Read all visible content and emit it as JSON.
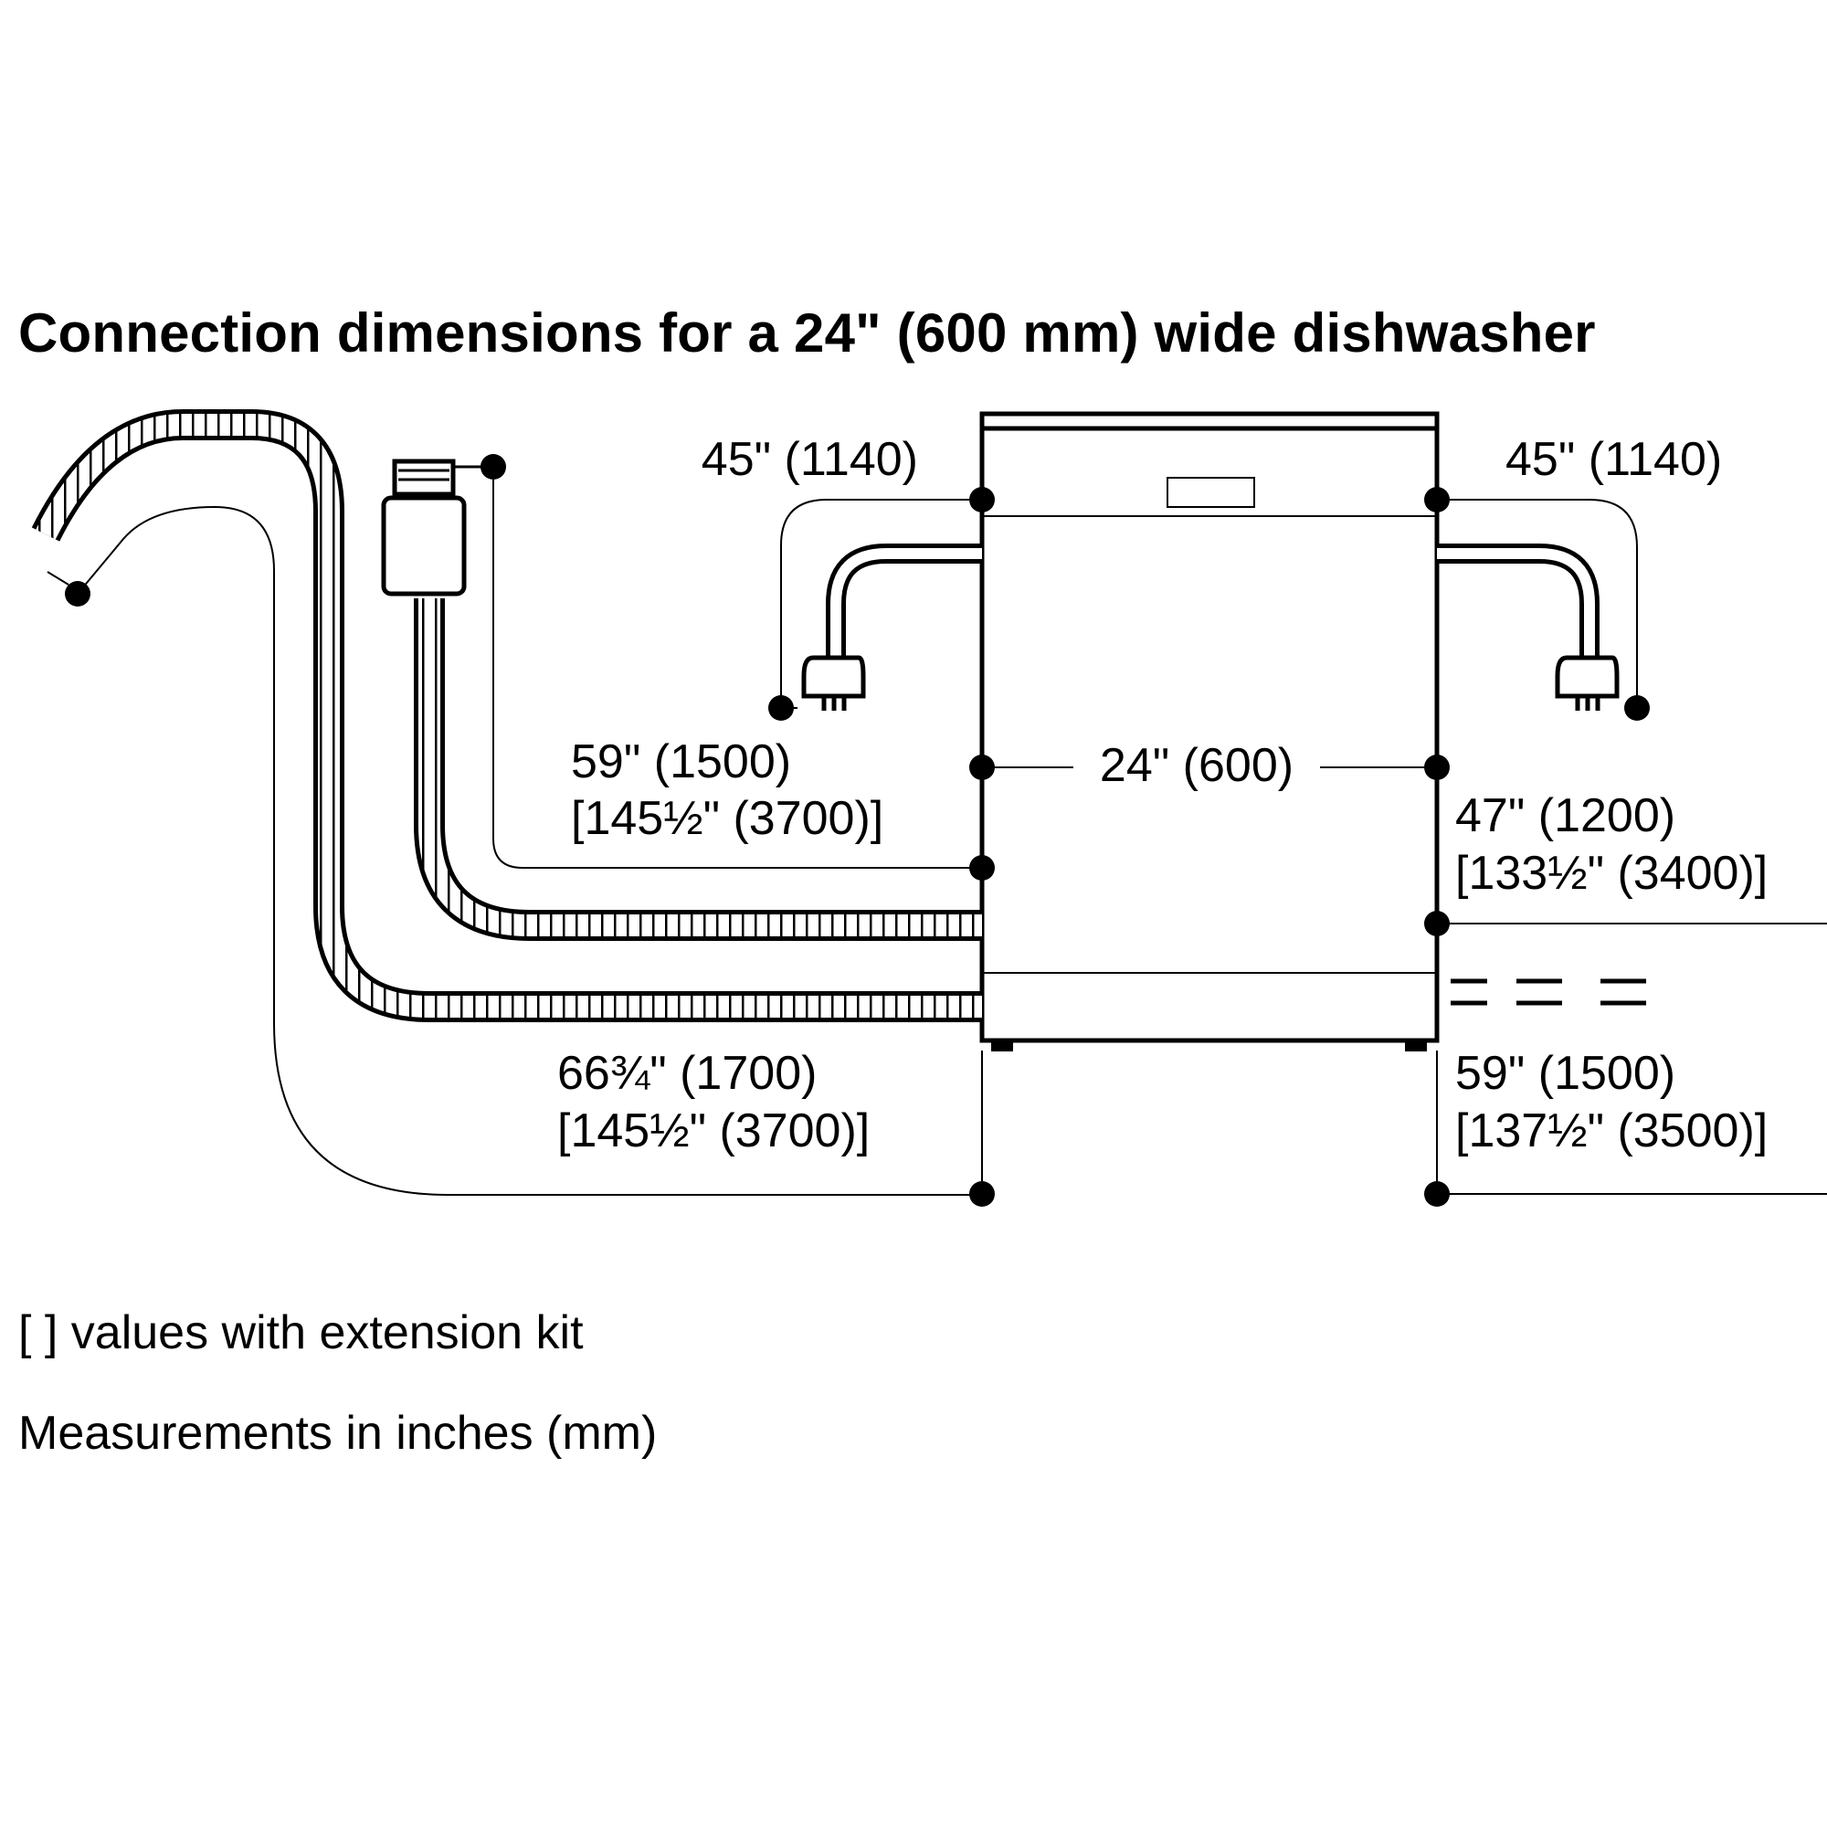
{
  "title": "Connection dimensions for a 24\" (600 mm) wide dishwasher",
  "notes": {
    "extension": "[ ] values with extension kit",
    "units": "Measurements in inches (mm)"
  },
  "dimensions": {
    "power_left": "45\" (1140)",
    "power_right": "45\" (1140)",
    "width": "24\" (600)",
    "water_supply_left": "59\" (1500)",
    "water_supply_left_ext": "[145½\" (3700)]",
    "water_supply_right": "47\" (1200)",
    "water_supply_right_ext": "[133½\" (3400)]",
    "drain_left": "66¾\" (1700)",
    "drain_left_ext": "[145½\" (3700)]",
    "drain_right": "59\" (1500)",
    "drain_right_ext": "[137½\" (3500)]"
  }
}
